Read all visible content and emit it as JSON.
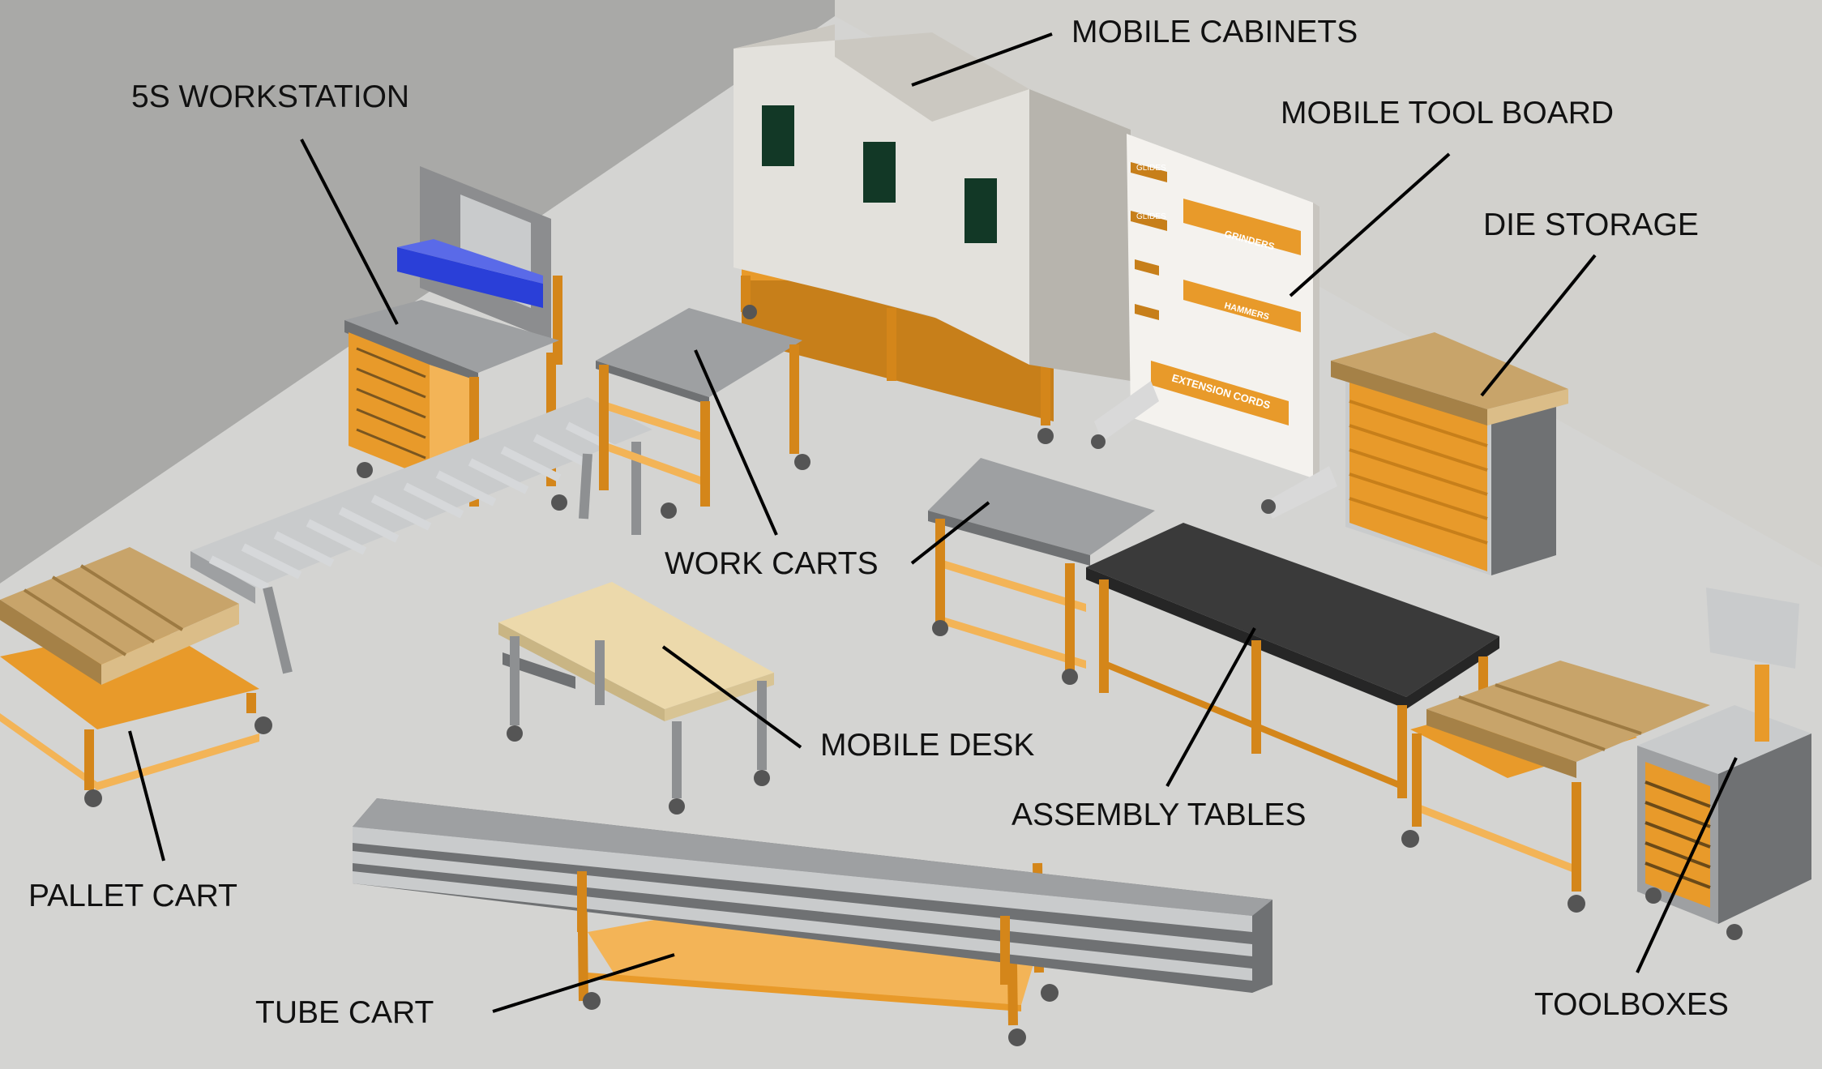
{
  "labels": {
    "mobile_cabinets": "MOBILE CABINETS",
    "workstation_5s": "5S WORKSTATION",
    "mobile_tool_board": "MOBILE TOOL BOARD",
    "die_storage": "DIE STORAGE",
    "work_carts": "WORK CARTS",
    "mobile_desk": "MOBILE DESK",
    "assembly_tables": "ASSEMBLY TABLES",
    "pallet_cart": "PALLET CART",
    "tube_cart": "TUBE CART",
    "toolboxes": "TOOLBOXES"
  },
  "tool_board_signs": {
    "glides_1": "GLIDES",
    "glides_2": "GLIDES",
    "grinders": "GRINDERS",
    "hammers": "HAMMERS",
    "extension_cords": "EXTENSION CORDS"
  },
  "colors": {
    "background": "#d8d8d6",
    "frame_orange": "#e89a2a",
    "steel_gray": "#9ea0a2",
    "wood": "#c8a46a",
    "bin_blue": "#2a3fd8",
    "label_text": "#111111"
  }
}
